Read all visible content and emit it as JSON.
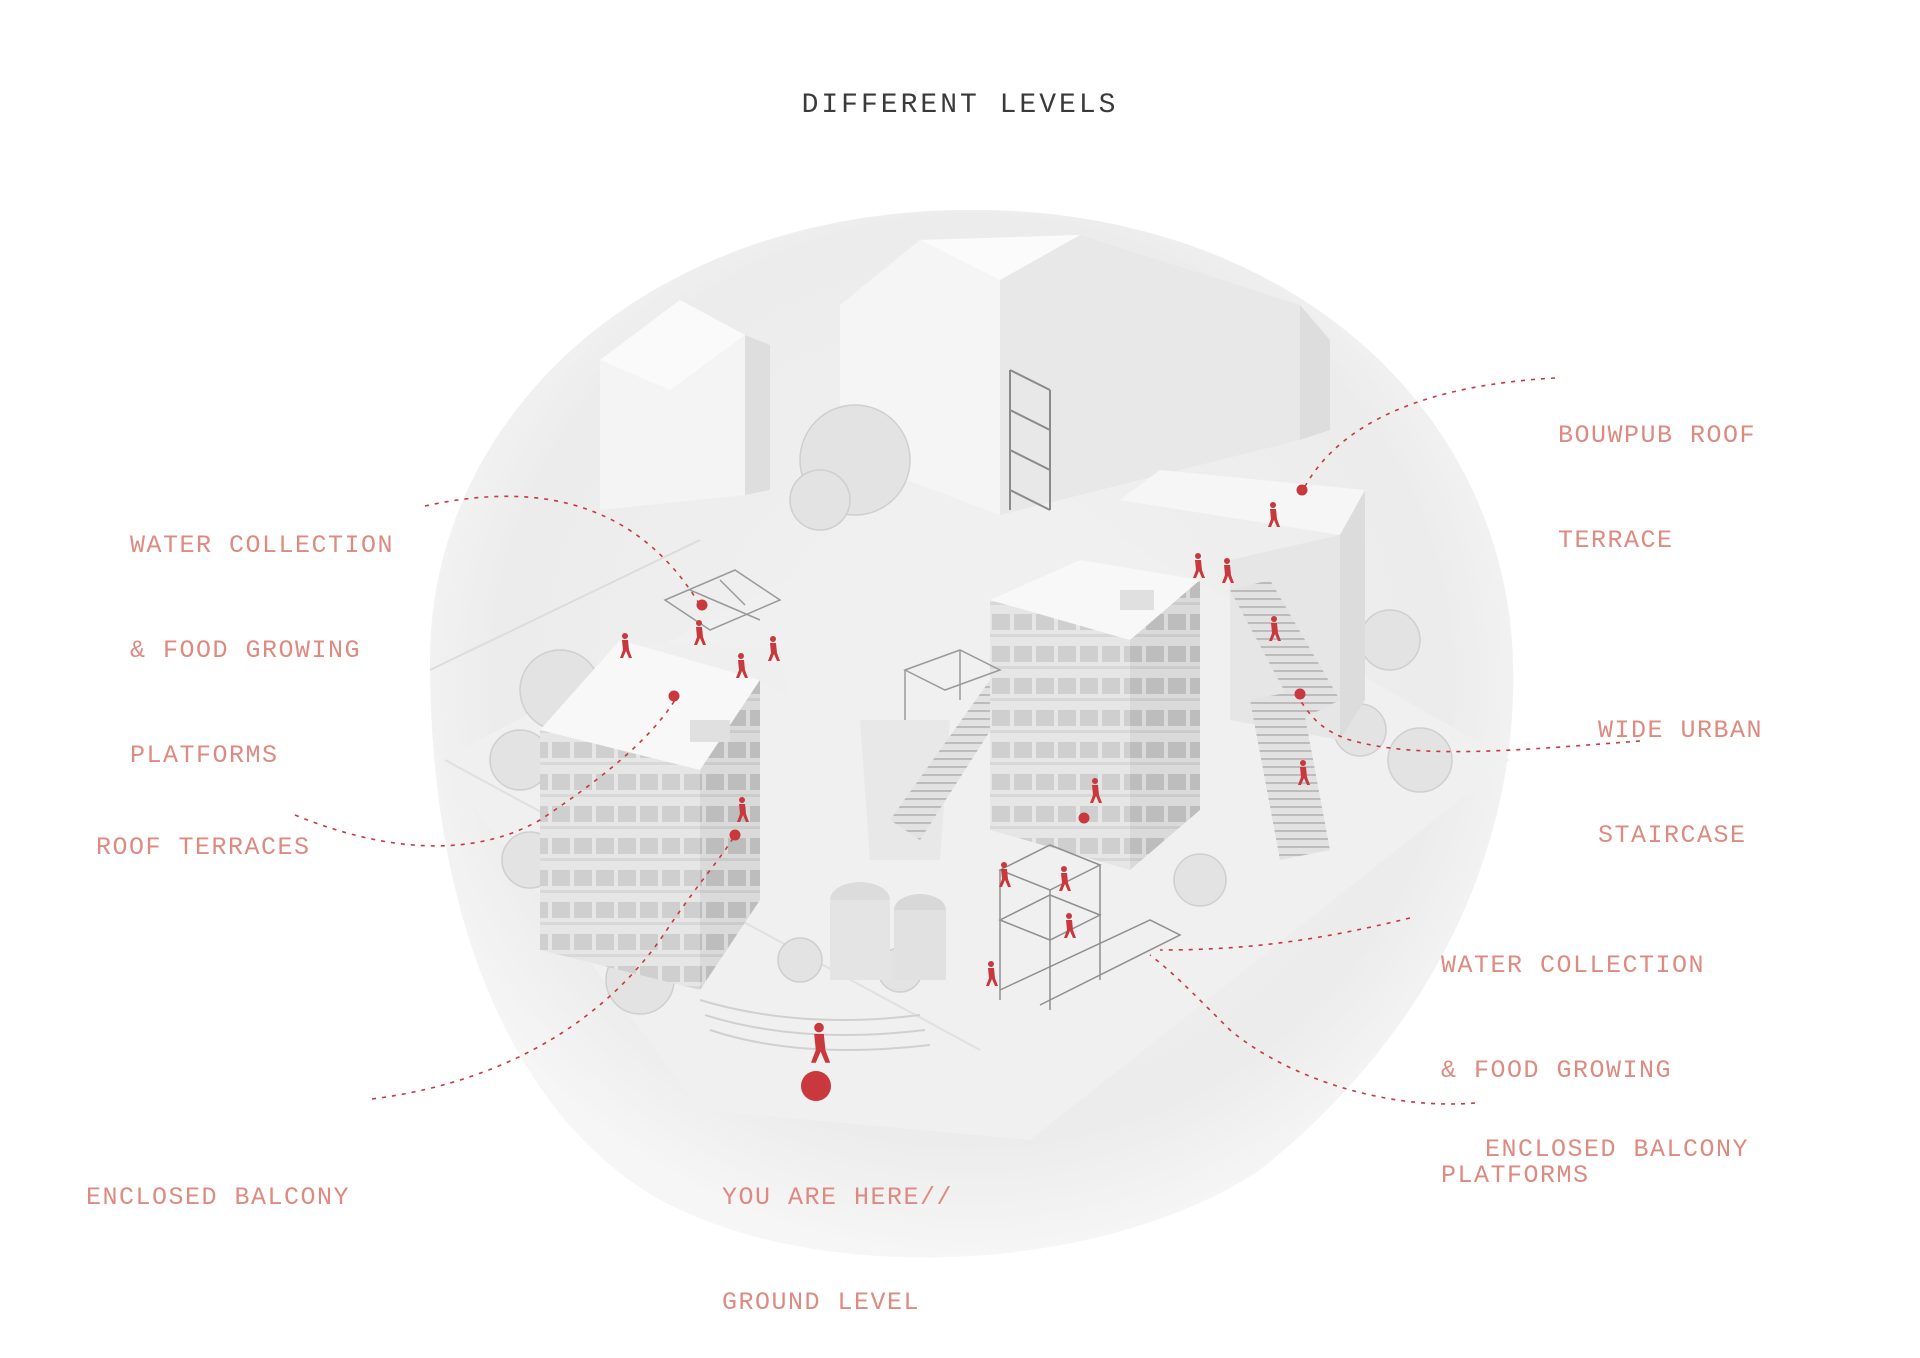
{
  "title": "DIFFERENT LEVELS",
  "accent_color": "#c8383c",
  "label_color": "#dd8a80",
  "labels": {
    "water_left": [
      "WATER COLLECTION",
      "& FOOD GROWING",
      "PLATFORMS"
    ],
    "roof_terraces": [
      "ROOF TERRACES"
    ],
    "enclosed_balcony_left": [
      "ENCLOSED BALCONY"
    ],
    "you_are_here": [
      "YOU ARE HERE//",
      "GROUND LEVEL"
    ],
    "bouwpub": [
      "BOUWPUB ROOF",
      "TERRACE"
    ],
    "wide_staircase": [
      "WIDE URBAN",
      "STAIRCASE"
    ],
    "water_right": [
      "WATER COLLECTION",
      "& FOOD GROWING",
      "PLATFORMS"
    ],
    "enclosed_balcony_right": [
      "ENCLOSED BALCONY"
    ]
  }
}
